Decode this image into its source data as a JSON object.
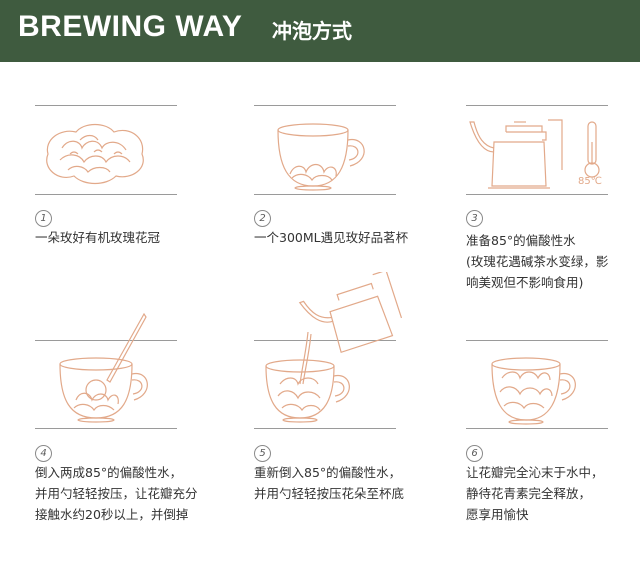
{
  "header": {
    "title_en": "BREWING WAY",
    "title_cn": "冲泡方式"
  },
  "colors": {
    "header_bg": "#3f5b3f",
    "illustration_line": "#e2a98a",
    "rule": "#9a9a9a"
  },
  "steps": [
    {
      "number": "1",
      "lines": [
        "一朵玫好有机玫瑰花冠"
      ]
    },
    {
      "number": "2",
      "lines": [
        "一个300ML遇见玫好品茗杯"
      ]
    },
    {
      "number": "3",
      "lines": [
        "准备85°的偏酸性水",
        "(玫瑰花遇碱茶水变绿，影",
        "响美观但不影响食用)"
      ],
      "thermometer_label": "85℃"
    },
    {
      "number": "4",
      "lines": [
        "倒入两成85°的偏酸性水，",
        "并用勺轻轻按压，让花瓣充分",
        "接触水约20秒以上，并倒掉"
      ]
    },
    {
      "number": "5",
      "lines": [
        "重新倒入85°的偏酸性水，",
        "并用勺轻轻按压花朵至杯底"
      ]
    },
    {
      "number": "6",
      "lines": [
        "让花瓣完全沁末于水中，",
        "静待花青素完全释放，",
        "愿享用愉快"
      ]
    }
  ]
}
